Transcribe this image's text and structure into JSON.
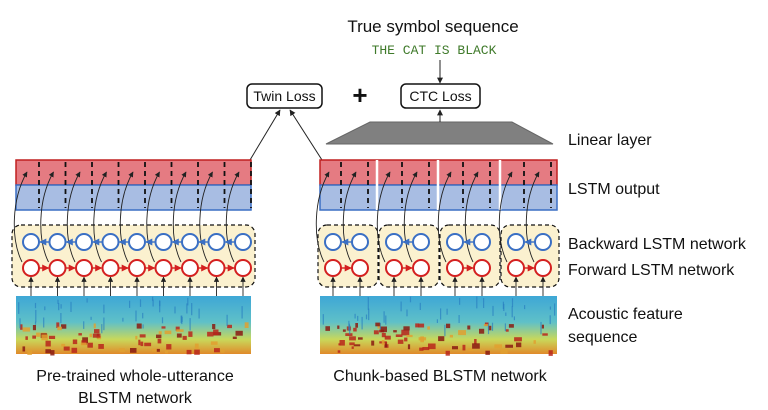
{
  "top": {
    "title": "True symbol sequence",
    "sequence": "THE CAT IS BLACK"
  },
  "losses": {
    "twin": "Twin Loss",
    "plus": "+",
    "ctc": "CTC Loss"
  },
  "labels": {
    "linear": "Linear layer",
    "lstm_output": "LSTM output",
    "backward": "Backward LSTM network",
    "forward": "Forward LSTM network",
    "acoustic_line1": "Acoustic feature",
    "acoustic_line2": "sequence"
  },
  "captions": {
    "left_line1": "Pre-trained whole-utterance",
    "left_line2": "BLSTM network",
    "right": "Chunk-based BLSTM network"
  },
  "colors": {
    "lstm_output_top": "#e57b82",
    "lstm_output_bottom": "#a8bde3",
    "forward_node": "#d42020",
    "backward_node": "#3a6fc4",
    "blstm_fill": "#fbf1cf",
    "linear_layer": "#808080",
    "sequence_text": "#3f7a2a"
  }
}
